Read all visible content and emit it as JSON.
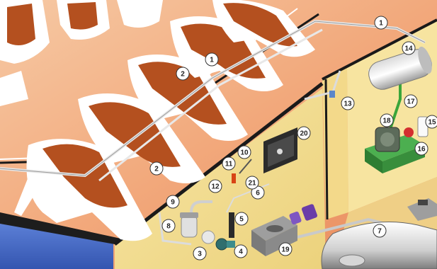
{
  "diagram": {
    "callouts": [
      {
        "id": "c1a",
        "label": "1"
      },
      {
        "id": "c1b",
        "label": "1"
      },
      {
        "id": "c2a",
        "label": "2"
      },
      {
        "id": "c2b",
        "label": "2"
      },
      {
        "id": "c3",
        "label": "3"
      },
      {
        "id": "c4",
        "label": "4"
      },
      {
        "id": "c5",
        "label": "5"
      },
      {
        "id": "c6",
        "label": "6"
      },
      {
        "id": "c7",
        "label": "7"
      },
      {
        "id": "c8",
        "label": "8"
      },
      {
        "id": "c9",
        "label": "9"
      },
      {
        "id": "c10",
        "label": "10"
      },
      {
        "id": "c11",
        "label": "11"
      },
      {
        "id": "c12",
        "label": "12"
      },
      {
        "id": "c13",
        "label": "13"
      },
      {
        "id": "c14",
        "label": "14"
      },
      {
        "id": "c15",
        "label": "15"
      },
      {
        "id": "c16",
        "label": "16"
      },
      {
        "id": "c17",
        "label": "17"
      },
      {
        "id": "c18",
        "label": "18"
      },
      {
        "id": "c19",
        "label": "19"
      },
      {
        "id": "c20",
        "label": "20"
      },
      {
        "id": "c21",
        "label": "21"
      }
    ]
  }
}
